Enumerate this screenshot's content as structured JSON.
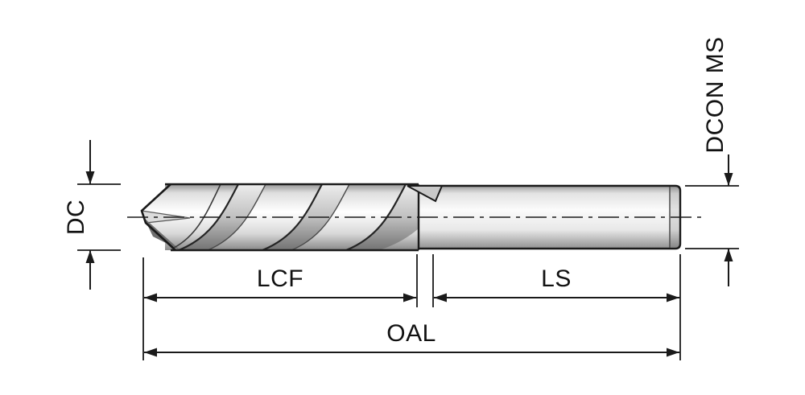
{
  "diagram": {
    "labels": {
      "dc": "DC",
      "dcon_ms": "DCON MS",
      "lcf": "LCF",
      "ls": "LS",
      "oal": "OAL"
    },
    "colors": {
      "background": "#ffffff",
      "line": "#1a1a1a",
      "text": "#111111",
      "metal_highlight": "#ffffff",
      "metal_light": "#e2e2e2",
      "metal_mid": "#bdbdbd",
      "metal_dark": "#8a8a8a"
    }
  }
}
